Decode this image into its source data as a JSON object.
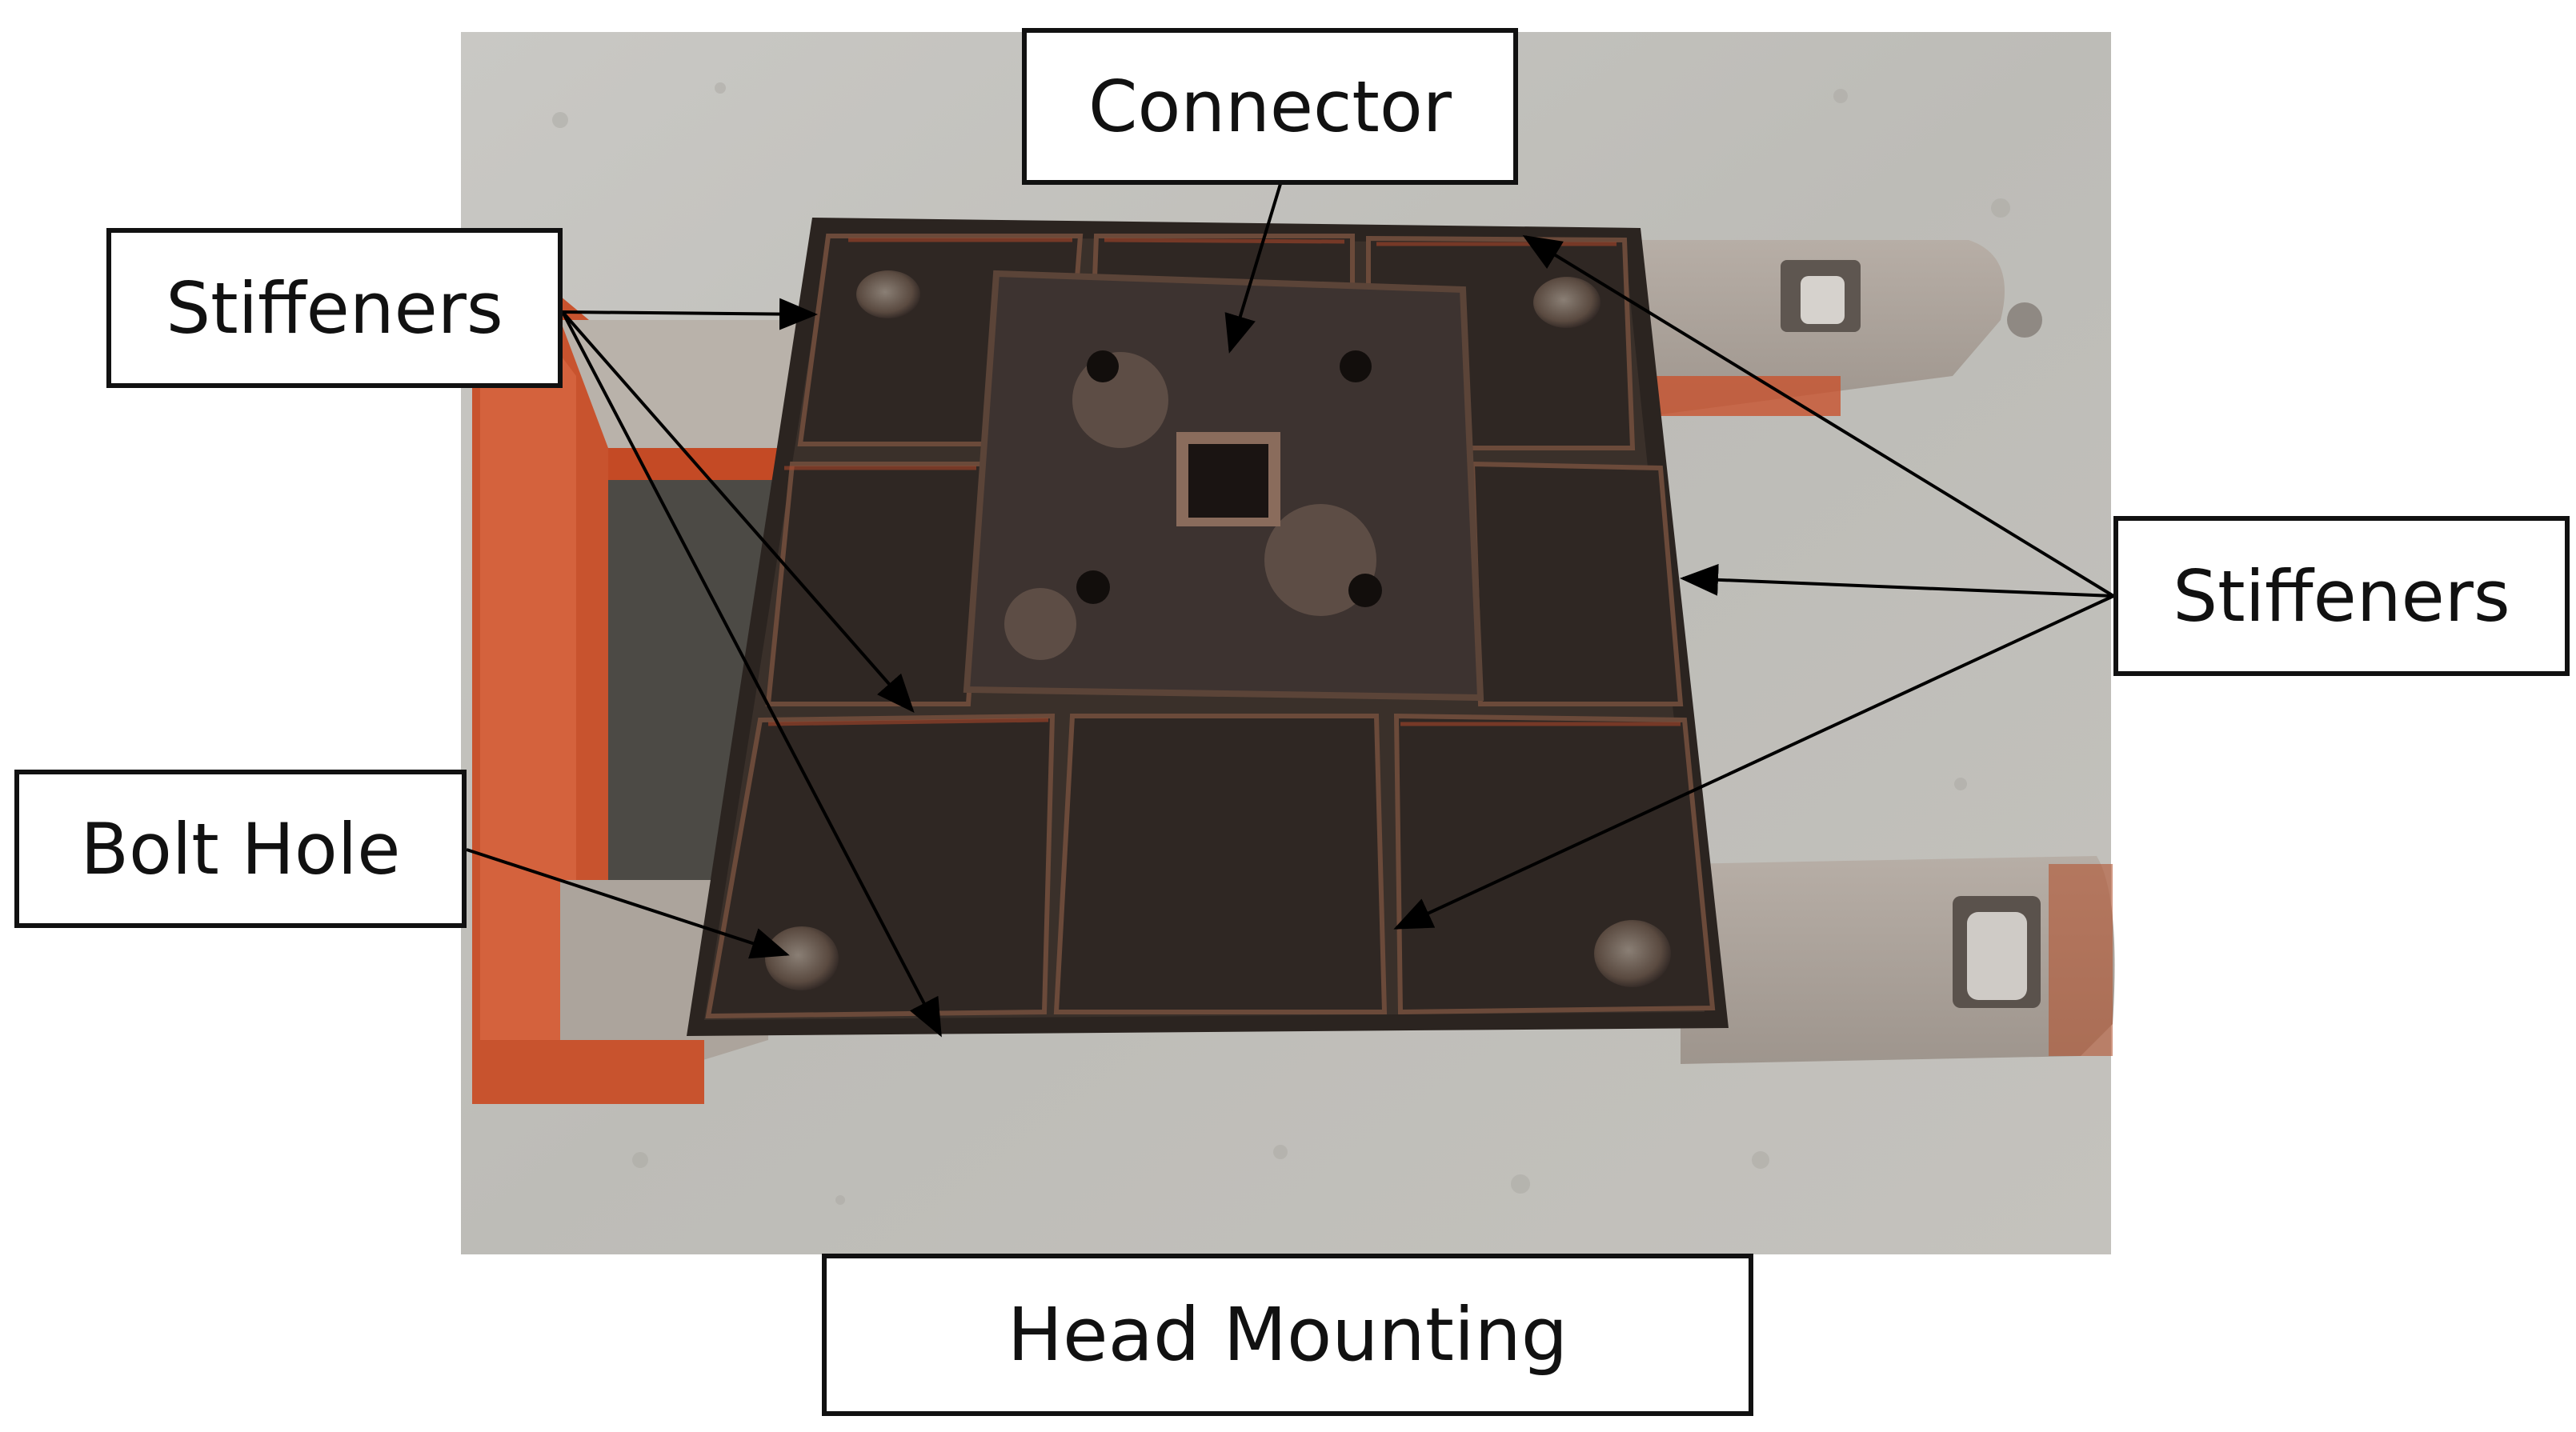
{
  "labels": {
    "connector": "Connector",
    "stiffeners_left": "Stiffeners",
    "stiffeners_right": "Stiffeners",
    "bolt_hole": "Bolt Hole",
    "head_mounting": "Head Mounting"
  },
  "colors": {
    "concrete": "#bdbdb8",
    "plate_steel": "#2e2724",
    "rust": "#6a3a28",
    "pallet_orange": "#c8532e",
    "worn_grey": "#a7a29c",
    "label_border": "#111111",
    "arrow": "#000000"
  }
}
